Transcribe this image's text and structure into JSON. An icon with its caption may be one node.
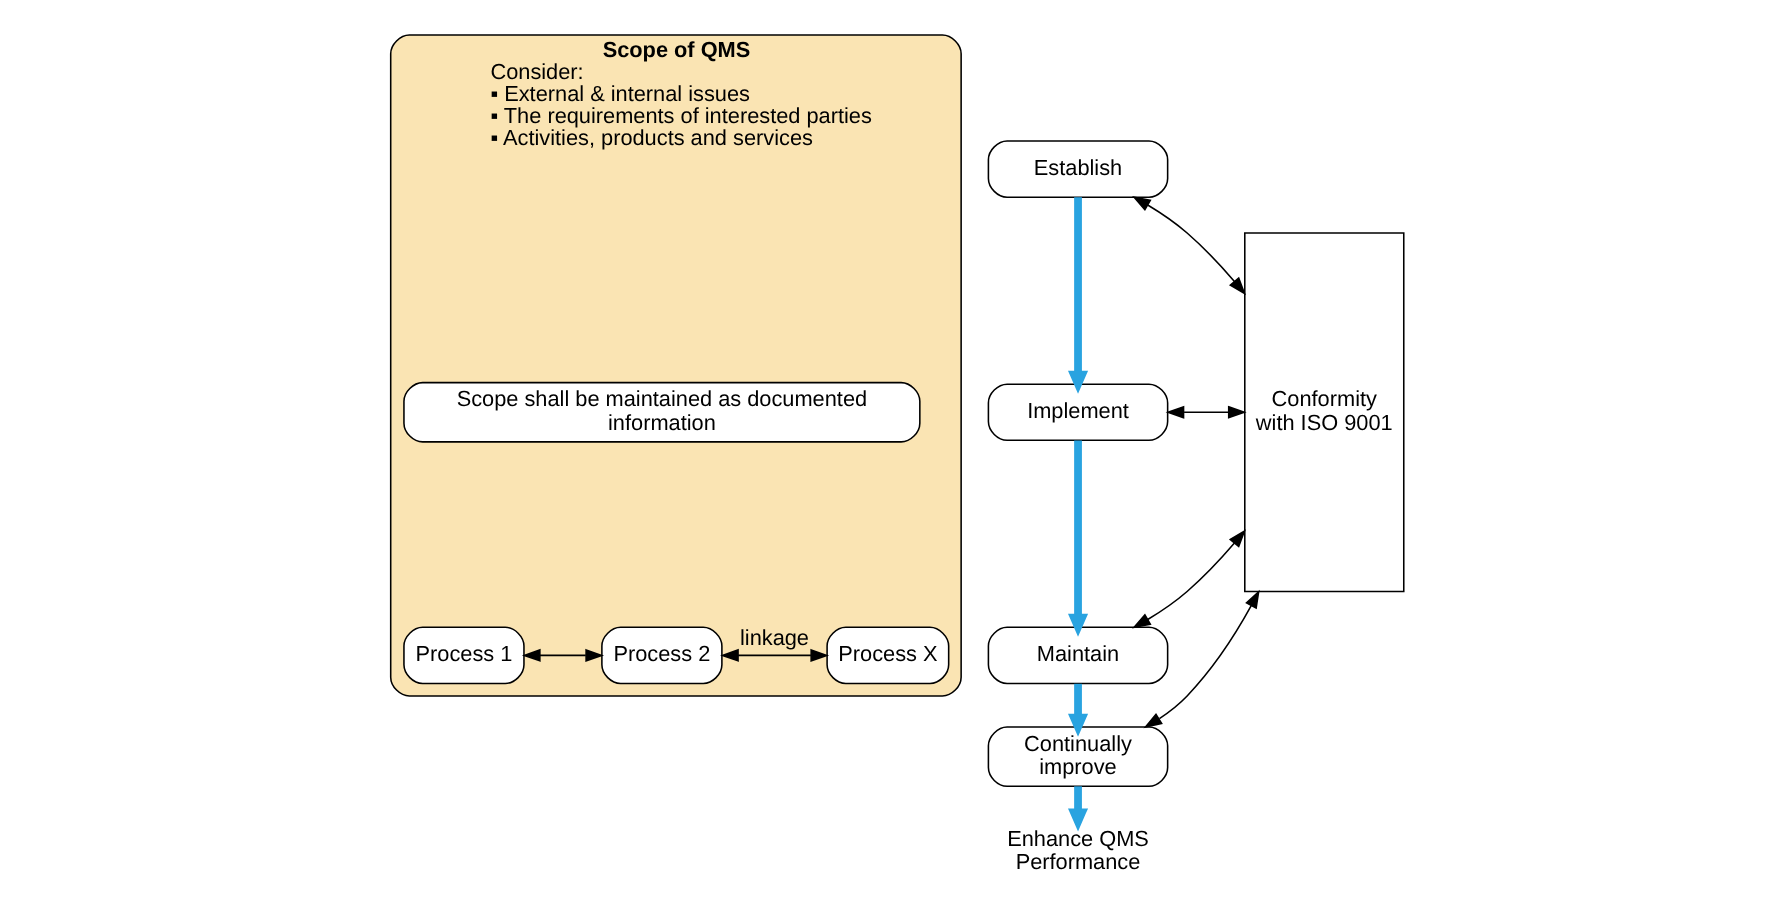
{
  "diagram": {
    "nodes": [
      {
        "text": [
          "Scope of QMS",
          "Consider:",
          "▪ External & internal issues",
          "▪ The requirements of interested parties",
          "▪ Activities, products and services"
        ]
      },
      {
        "text": [
          "Scope shall be maintained as documented information"
        ],
        "in": 0
      },
      {
        "text": [
          "Process 1"
        ],
        "in": 0
      },
      {
        "text": [
          "Process 2"
        ],
        "in": 0
      },
      {
        "text": [
          "Process X"
        ],
        "in": 0
      },
      {
        "text": [
          "Establish"
        ]
      },
      {
        "text": [
          "Implement"
        ]
      },
      {
        "text": [
          "Maintain"
        ]
      },
      {
        "text": [
          "Continually improve"
        ]
      },
      {
        "text": [
          "Enhance QMS Performance"
        ]
      },
      {
        "text": [
          "Conformity with ISO 9001"
        ]
      }
    ],
    "edges": [
      {
        "from": 2,
        "to": 3,
        "arrow": "both"
      },
      {
        "from": 3,
        "to": 4,
        "arrow": "both",
        "label": "linkage"
      },
      {
        "from": 5,
        "to": 6,
        "arrow": "to",
        "style": "thick",
        "color": "#29a3e0"
      },
      {
        "from": 6,
        "to": 7,
        "arrow": "to",
        "style": "thick",
        "color": "#29a3e0"
      },
      {
        "from": 7,
        "to": 8,
        "arrow": "to",
        "style": "thick",
        "color": "#29a3e0"
      },
      {
        "from": 8,
        "to": 9,
        "arrow": "to",
        "style": "thick",
        "color": "#29a3e0"
      },
      {
        "from": 5,
        "to": 10,
        "arrow": "both"
      },
      {
        "from": 6,
        "to": 10,
        "arrow": "both"
      },
      {
        "from": 7,
        "to": 10,
        "arrow": "both"
      },
      {
        "from": 8,
        "to": 10,
        "arrow": "both"
      }
    ]
  }
}
